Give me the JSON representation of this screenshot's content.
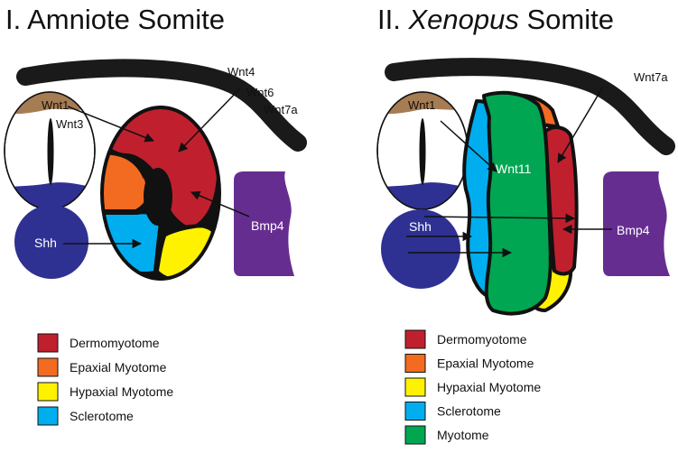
{
  "panel1": {
    "title": "I. Amniote Somite",
    "labels": {
      "wnt1": "Wnt1",
      "wnt3": "Wnt3",
      "wnt4": "Wnt4",
      "wnt6": "Wnt6",
      "wnt7a": "Wnt7a",
      "shh": "Shh",
      "bmp4": "Bmp4"
    }
  },
  "panel2": {
    "title_prefix": "II. ",
    "title_italic": "Xenopus",
    "title_suffix": " Somite",
    "labels": {
      "wnt1": "Wnt1",
      "wnt7a": "Wnt7a",
      "wnt11": "Wnt11",
      "shh": "Shh",
      "bmp4": "Bmp4"
    }
  },
  "colors": {
    "dermomyotome": "#c0202e",
    "epaxial_myotome": "#f26b21",
    "hypaxial_myotome": "#fff200",
    "sclerotome": "#00aeef",
    "myotome": "#00a651",
    "shh": "#2e3192",
    "bmp4": "#662d91",
    "wnt1": "#a67c52"
  },
  "legend1": [
    {
      "label": "Dermomyotome",
      "color": "#c0202e"
    },
    {
      "label": "Epaxial Myotome",
      "color": "#f26b21"
    },
    {
      "label": "Hypaxial Myotome",
      "color": "#fff200"
    },
    {
      "label": "Sclerotome",
      "color": "#00aeef"
    }
  ],
  "legend2": [
    {
      "label": "Dermomyotome",
      "color": "#c0202e"
    },
    {
      "label": "Epaxial Myotome",
      "color": "#f26b21"
    },
    {
      "label": "Hypaxial Myotome",
      "color": "#fff200"
    },
    {
      "label": "Sclerotome",
      "color": "#00aeef"
    },
    {
      "label": "Myotome",
      "color": "#00a651"
    }
  ]
}
